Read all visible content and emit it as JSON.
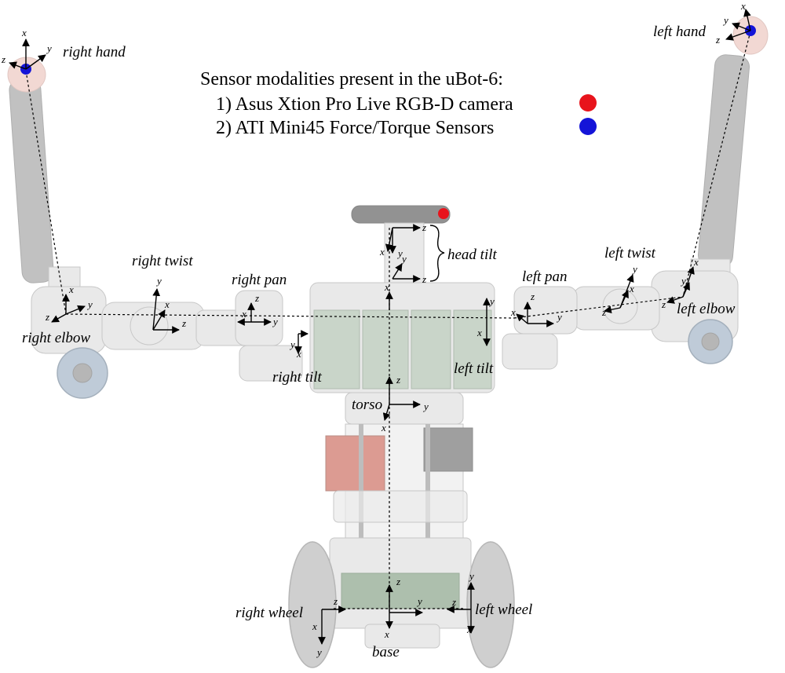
{
  "legend": {
    "title": "Sensor modalities present in the uBot-6:",
    "items": [
      {
        "text": "1) Asus Xtion Pro Live RGB-D camera",
        "color": "#e8141c"
      },
      {
        "text": "2) ATI Mini45 Force/Torque Sensors",
        "color": "#1414d8"
      }
    ]
  },
  "joints": {
    "right_hand": "right hand",
    "left_hand": "left hand",
    "head_tilt": "head tilt",
    "right_twist": "right twist",
    "left_twist": "left twist",
    "right_pan": "right pan",
    "left_pan": "left pan",
    "right_elbow": "right elbow",
    "left_elbow": "left elbow",
    "right_tilt": "right tilt",
    "left_tilt": "left tilt",
    "torso": "torso",
    "right_wheel": "right wheel",
    "left_wheel": "left wheel",
    "base": "base"
  },
  "axes": {
    "x": "x",
    "y": "y",
    "z": "z"
  },
  "colors": {
    "camera_marker": "#e8141c",
    "ft_sensor_marker": "#1414d8"
  }
}
